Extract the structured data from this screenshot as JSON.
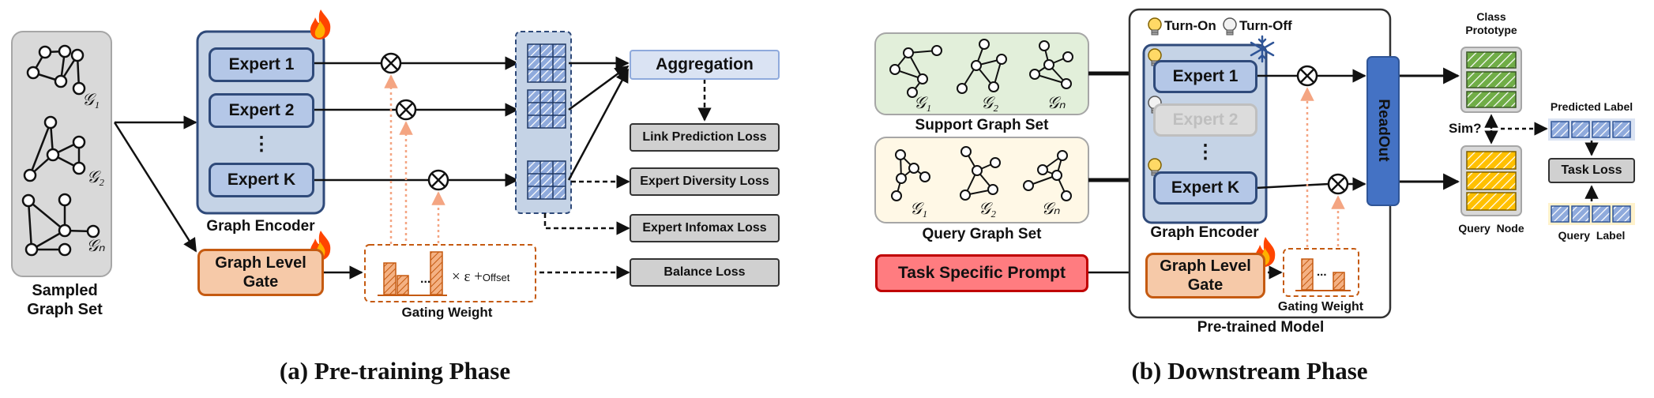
{
  "colors": {
    "expert_fill": "#b4c7e7",
    "expert_border": "#2f4a7a",
    "gate_fill": "#f6c9a8",
    "gate_border": "#c55a11",
    "loss_fill": "#d0d0d0",
    "aggregation_fill": "#dae3f3",
    "prompt_fill": "#ff7c80",
    "support_fill": "#e2efda",
    "query_fill": "#fff8e6",
    "class_prototype": "#70ad47",
    "query_node": "#ffc000",
    "label_tokens": "#8faadc"
  },
  "icons": [
    "fire-icon",
    "snowflake-icon",
    "lightbulb-on-icon",
    "lightbulb-off-icon",
    "multiply-icon"
  ],
  "pretraining": {
    "sampled_graph_set": "Sampled\nGraph Set",
    "graph_labels": [
      "𝒢₁",
      "𝒢₂",
      "𝒢ₙ"
    ],
    "graph_encoder": "Graph Encoder",
    "experts": [
      "Expert 1",
      "Expert 2",
      "⋮",
      "Expert K"
    ],
    "gate": "Graph Level\nGate",
    "gating_weight": "Gating Weight",
    "gating_formula_times": "× ε +",
    "gating_formula_offset": "Offset",
    "gating_dots": "...",
    "aggregation": "Aggregation",
    "losses": [
      "Link Prediction Loss",
      "Expert Diversity Loss",
      "Expert Infomax Loss",
      "Balance Loss"
    ],
    "caption": "(a) Pre-training Phase"
  },
  "downstream": {
    "legend_on": "Turn-On",
    "legend_off": "Turn-Off",
    "support_set": "Support Graph Set",
    "query_set": "Query Graph Set",
    "graph_labels": [
      "𝒢₁",
      "𝒢₂",
      "𝒢ₙ"
    ],
    "prompt": "Task Specific Prompt",
    "experts": [
      "Expert 1",
      "Expert 2",
      "⋮",
      "Expert K"
    ],
    "graph_encoder": "Graph Encoder",
    "gate": "Graph Level\nGate",
    "gating_weight": "Gating Weight",
    "gating_dots": "...",
    "readout": "ReadOut",
    "pretrained_model": "Pre-trained Model",
    "class_prototype": "Class\nPrototype",
    "query_node": "Query  Node",
    "sim": "Sim?",
    "predicted_label": "Predicted Label",
    "task_loss": "Task Loss",
    "query_label": "Query  Label",
    "caption": "(b) Downstream Phase"
  }
}
